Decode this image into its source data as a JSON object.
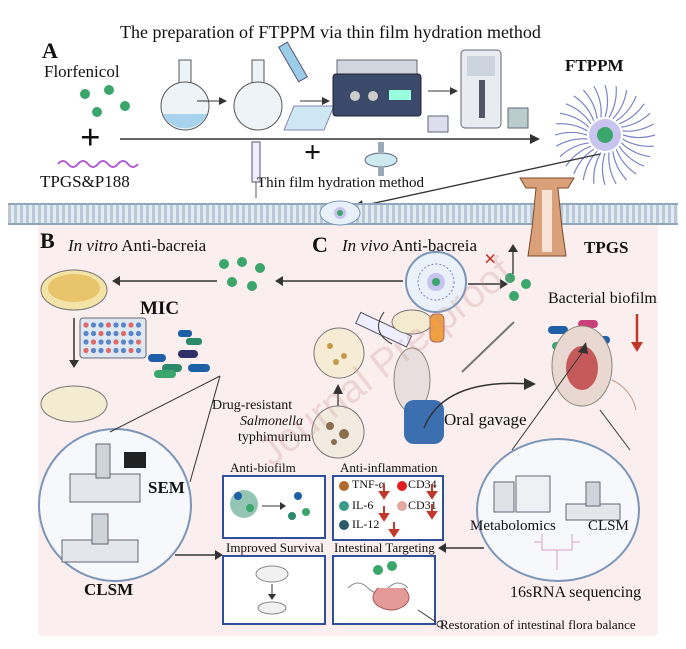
{
  "title": "The preparation of FTPPM via thin film hydration method",
  "panel_a": {
    "label": "A",
    "florfenicol": "Florfenicol",
    "tpgs_p188": "TPGS&P188",
    "method": "Thin film hydration method",
    "product": "FTPPM"
  },
  "panel_b": {
    "label": "B",
    "title_italic": "In vitro",
    "title_rest": " Anti-bacreia",
    "mic": "MIC",
    "sem": "SEM",
    "clsm": "CLSM"
  },
  "panel_c": {
    "label": "C",
    "title_italic": "In vivo",
    "title_rest": " Anti-bacreia",
    "tpgs": "TPGS",
    "bacterial_biofilm": "Bacterial biofilm",
    "strain_line1": "Drug-resistant",
    "strain_line2": "Salmonella",
    "strain_line3": "typhimurium",
    "oral_gavage": "Oral gavage",
    "anti_biofilm": "Anti-biofilm",
    "anti_inflammation": "Anti-inflammation",
    "improved_survival": "Improved Survival",
    "intestinal_targeting": "Intestinal Targeting",
    "restoration": "Restoration of intestinal flora balance",
    "metabolomics": "Metabolomics",
    "clsm": "CLSM",
    "sequencing": "16sRNA sequencing",
    "markers": {
      "tnf": "TNF-α",
      "cd34": "CD34",
      "il6": "IL-6",
      "cd31": "CD31",
      "il12": "IL-12"
    }
  },
  "watermark": "Journal Pre-proof",
  "colors": {
    "bg_panel": "#fbeeee",
    "box_border": "#2f4f9a",
    "drug_dot": "#3aa66b",
    "arrow_down": "#c0392b",
    "micelle": "#7a83c8"
  }
}
